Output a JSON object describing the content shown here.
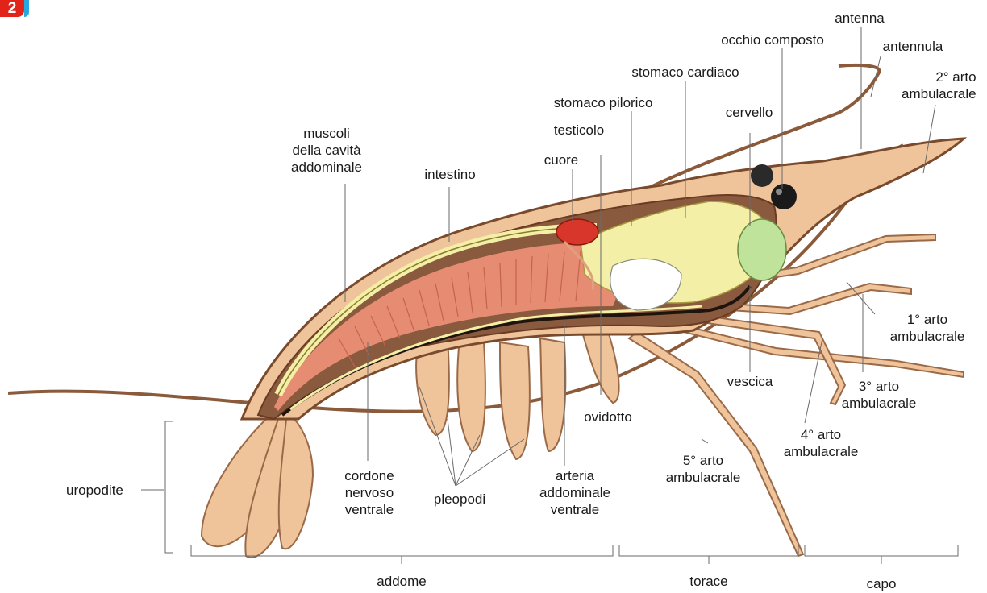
{
  "figure_number": "2",
  "colors": {
    "body": "#f0c49b",
    "muscle": "#e58c73",
    "organ": "#f3efa6",
    "heart": "#d8362a",
    "gland": "#bfe39a",
    "outline": "#7a4a2c",
    "nerve": "#2a1a10"
  },
  "labels": {
    "antenna": "antenna",
    "occhio_composto": "occhio composto",
    "antennula": "antennula",
    "arto2": "2° arto\nambulacrale",
    "stomaco_cardiaco": "stomaco cardiaco",
    "stomaco_pilorico": "stomaco pilorico",
    "cervello": "cervello",
    "testicolo": "testicolo",
    "muscoli": "muscoli\ndella cavità\naddominale",
    "intestino": "intestino",
    "cuore": "cuore",
    "arto1": "1° arto\nambulacrale",
    "vescica": "vescica",
    "arto3": "3° arto\nambulacrale",
    "ovidotto": "ovidotto",
    "arto4": "4° arto\nambulacrale",
    "arto5": "5° arto\nambulacrale",
    "cordone": "cordone\nnervoso\nventrale",
    "arteria": "arteria\naddominale\nventrale",
    "pleopodi": "pleopodi",
    "uropodite": "uropodite",
    "addome": "addome",
    "torace": "torace",
    "capo": "capo"
  }
}
